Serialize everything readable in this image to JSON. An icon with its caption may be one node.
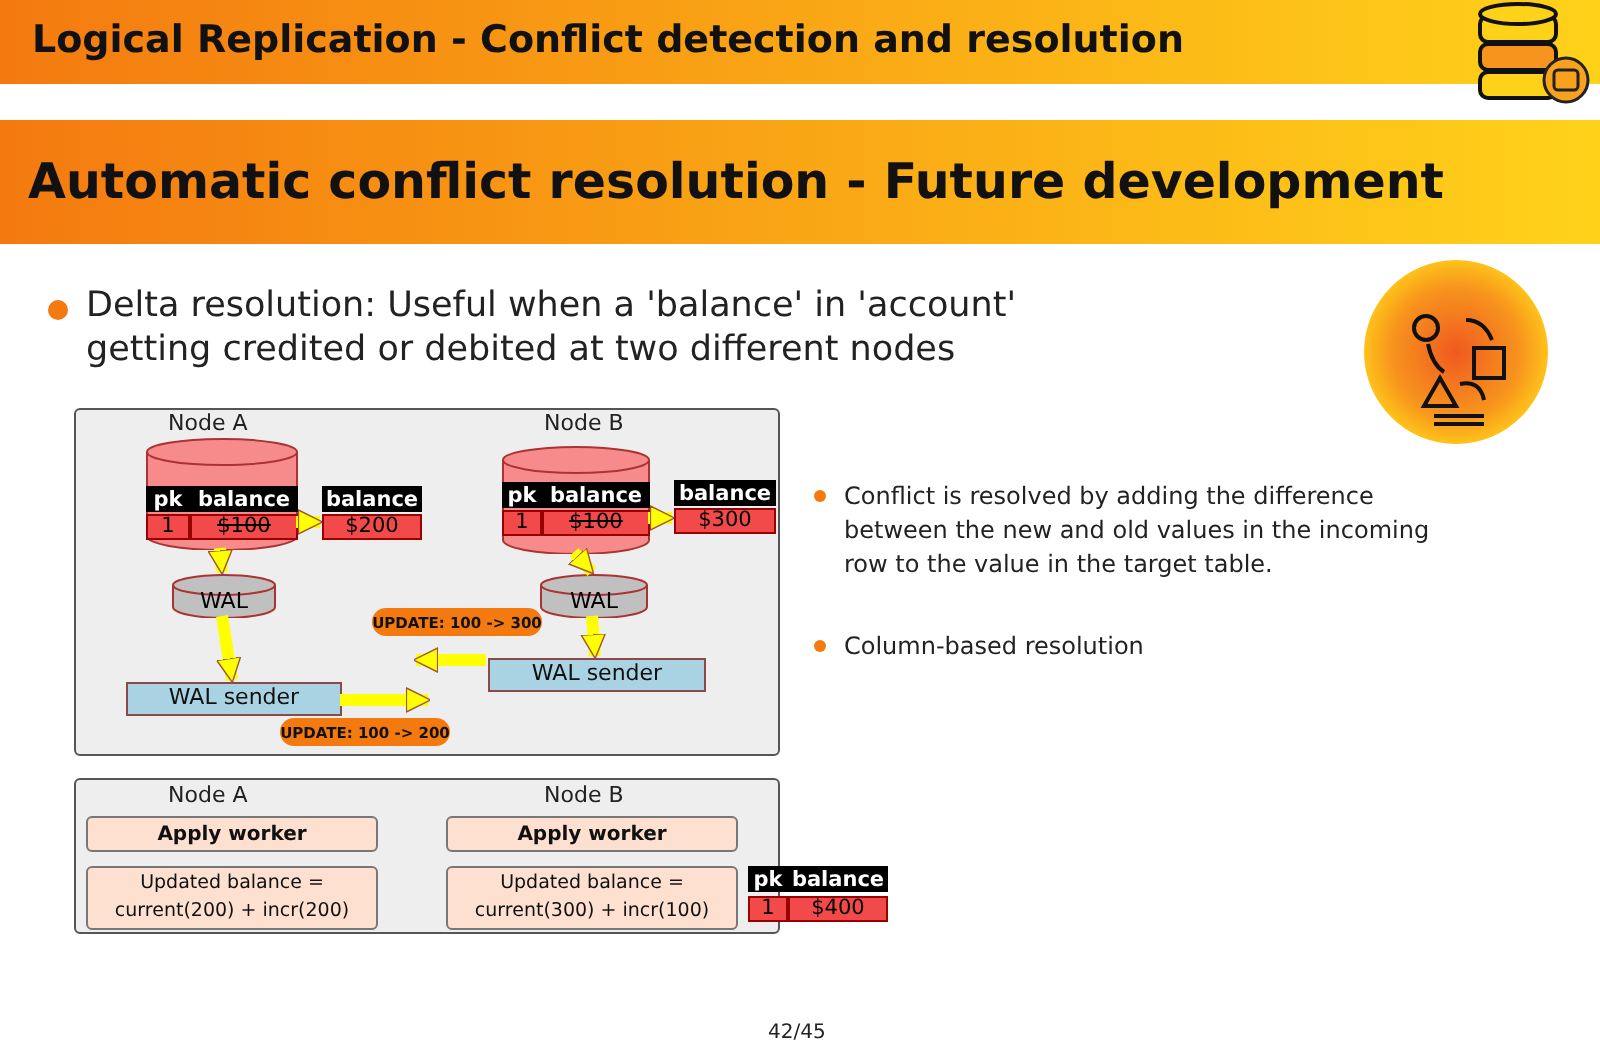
{
  "diagram": {
    "title": "Logical Replication - Conflict detection and resolution",
    "nodes": [
      {
        "text": [],
        "shape": "box"
      },
      {
        "text": [],
        "shape": "cylinder",
        "in": 0
      },
      {
        "text": [
          "pk",
          "balance",
          "1",
          "$100"
        ],
        "in": 1
      },
      {
        "text": [
          "balance",
          "$200"
        ],
        "in": 0
      },
      {
        "text": [
          "WAL"
        ],
        "in": 0
      },
      {
        "text": [
          "WAL sender"
        ],
        "in": 0
      },
      {
        "text": [],
        "shape": "cylinder",
        "in": 0
      },
      {
        "text": [
          "pk",
          "balance",
          "1",
          "$100"
        ],
        "in": 6
      },
      {
        "text": [
          "balance",
          "$300"
        ],
        "in": 0
      },
      {
        "text": [
          "WAL"
        ],
        "in": 0
      },
      {
        "text": [
          "WAL sender"
        ],
        "in": 0
      },
      {
        "text": [],
        "shape": "box"
      },
      {
        "text": [
          "Apply worker"
        ],
        "in": 11
      },
      {
        "text": [
          "Updated balance = current(200) + incr(200)"
        ],
        "in": 11
      },
      {
        "text": [
          "Apply worker"
        ],
        "in": 11
      },
      {
        "text": [
          "Updated balance = current(300) + incr(100)"
        ],
        "in": 11
      },
      {
        "text": [
          "pk",
          "balance",
          "1",
          "$400"
        ]
      }
    ],
    "edges": [
      {
        "from": 2,
        "to": 3,
        "arrow": "to"
      },
      {
        "from": 1,
        "to": 4,
        "arrow": "to"
      },
      {
        "from": 4,
        "to": 5,
        "arrow": "to"
      },
      {
        "from": 5,
        "to": null,
        "arrow": "to",
        "label": "UPDATE: 100 -> 200"
      },
      {
        "from": 7,
        "to": 8,
        "arrow": "to"
      },
      {
        "from": 6,
        "to": 9,
        "arrow": "to"
      },
      {
        "from": 9,
        "to": 10,
        "arrow": "to"
      },
      {
        "from": 10,
        "to": null,
        "arrow": "to",
        "label": "UPDATE: 100 -> 300"
      }
    ],
    "labels": [
      "Automatic conflict resolution - Future development",
      "Delta resolution: Useful when a 'balance' in 'account' getting credited or debited at two different nodes",
      "Node A",
      "Node B",
      "Conflict is resolved by adding the difference between the new and old values in the incoming row to the value in the target table.",
      "Column-based resolution",
      "Node A",
      "Node B",
      "42/45"
    ]
  }
}
